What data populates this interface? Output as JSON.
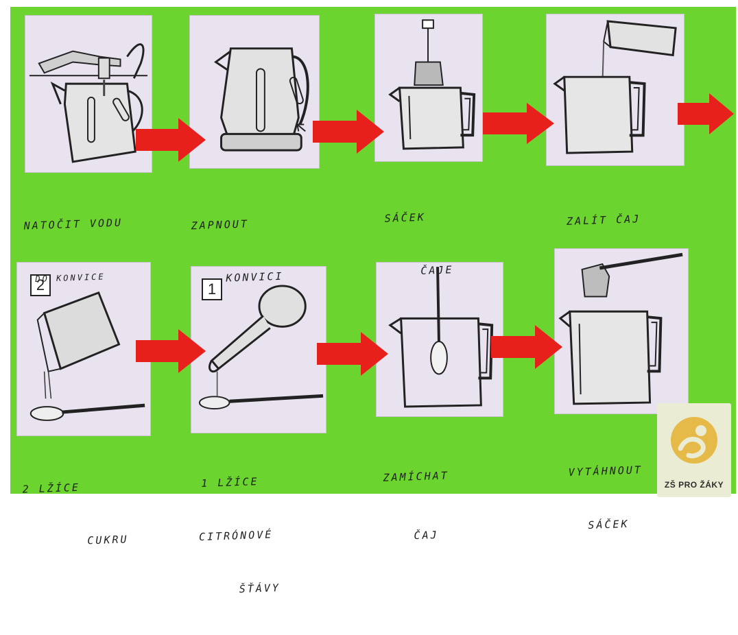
{
  "poster": {
    "steps": [
      {
        "caption_line1": "NATOČIT VODU",
        "caption_line2": "DO KONVICE"
      },
      {
        "caption_line1": "ZAPNOUT",
        "caption_line2": "KONVICI"
      },
      {
        "caption_line1": "SÁČEK",
        "caption_line2": "ČAJE"
      },
      {
        "caption_line1": "ZALÍT ČAJ",
        "caption_line2": ""
      },
      {
        "caption_line1": "2 LŽÍCE",
        "caption_line2": "CUKRU",
        "badge": "2"
      },
      {
        "caption_line1": "1 LŽÍCE",
        "caption_line2": "CITRÓNOVÉ",
        "caption_line3": "ŠŤÁVY",
        "badge": "1"
      },
      {
        "caption_line1": "ZAMÍCHAT",
        "caption_line2": "ČAJ"
      },
      {
        "caption_line1": "VYTÁHNOUT",
        "caption_line2": "SÁČEK"
      }
    ]
  },
  "watermark": {
    "text": "ZŠ PRO ŽÁKY"
  },
  "colors": {
    "board": "#6bd42e",
    "arrow": "#e8201c",
    "card": "#e9e3f0",
    "logo_accent": "#e6b53a"
  }
}
